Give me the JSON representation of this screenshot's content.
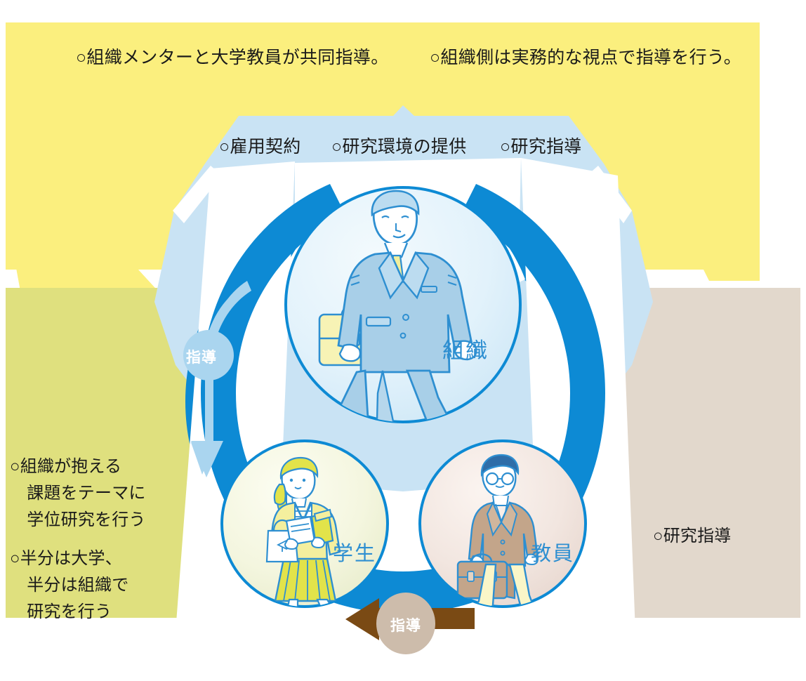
{
  "diagram": {
    "title_alt": "組織・学生・教員の連携による共同指導の図",
    "top_panel": {
      "bg_color": "#fbef7e",
      "notes": [
        "○組織メンターと大学教員が共同指導。",
        "○組織側は実務的な視点で指導を行う。"
      ]
    },
    "mid_panel": {
      "bg_color": "#c9e3f4",
      "notes": [
        "○雇用契約",
        "○研究環境の提供",
        "○研究指導"
      ],
      "joined": "○雇用契約　　○研究環境の提供　　○研究指導"
    },
    "left_panel": {
      "bg_color": "#dfe07e",
      "blocks": [
        [
          "○組織が抱える",
          "　課題をテーマに",
          "　学位研究を行う"
        ],
        [
          "○半分は大学、",
          "　半分は組織で",
          "　研究を行う"
        ]
      ]
    },
    "right_panel": {
      "bg_color": "#e2d8cc",
      "notes": [
        "○研究指導"
      ]
    },
    "ring": {
      "color": "#0d8ad4",
      "inner_color": "#ffffff"
    },
    "nodes": [
      {
        "id": "organization",
        "label": "組織",
        "fill": "#e2f2fb",
        "stroke": "#0d8ad4",
        "label_color": "#2e8fd1",
        "figure": "businessman-walking-with-briefcase",
        "accent": "#a8cfe8",
        "accent2": "#f7f3b5"
      },
      {
        "id": "student",
        "label": "学生",
        "fill": "#f4f6df",
        "stroke": "#0d8ad4",
        "label_color": "#2e8fd1",
        "figure": "student-walking-with-books",
        "accent": "#e2e34a",
        "accent2": "#faf8cf"
      },
      {
        "id": "faculty",
        "label": "教員",
        "fill": "#f2e6e0",
        "stroke": "#0d8ad4",
        "label_color": "#2e8fd1",
        "figure": "professor-walking-with-briefcase",
        "accent": "#c3a58a",
        "accent2": "#faf6c8"
      }
    ],
    "arrows": [
      {
        "id": "arrow-left-shidou",
        "label": "指導",
        "direction": "down",
        "arrow_color": "#aad5ef",
        "badge_color": "#aad5ef",
        "label_color": "#ffffff"
      },
      {
        "id": "arrow-bottom-shidou",
        "label": "指導",
        "direction": "left",
        "arrow_color": "#7a4a14",
        "badge_color": "#cdbcab",
        "label_color": "#ffffff"
      }
    ]
  }
}
